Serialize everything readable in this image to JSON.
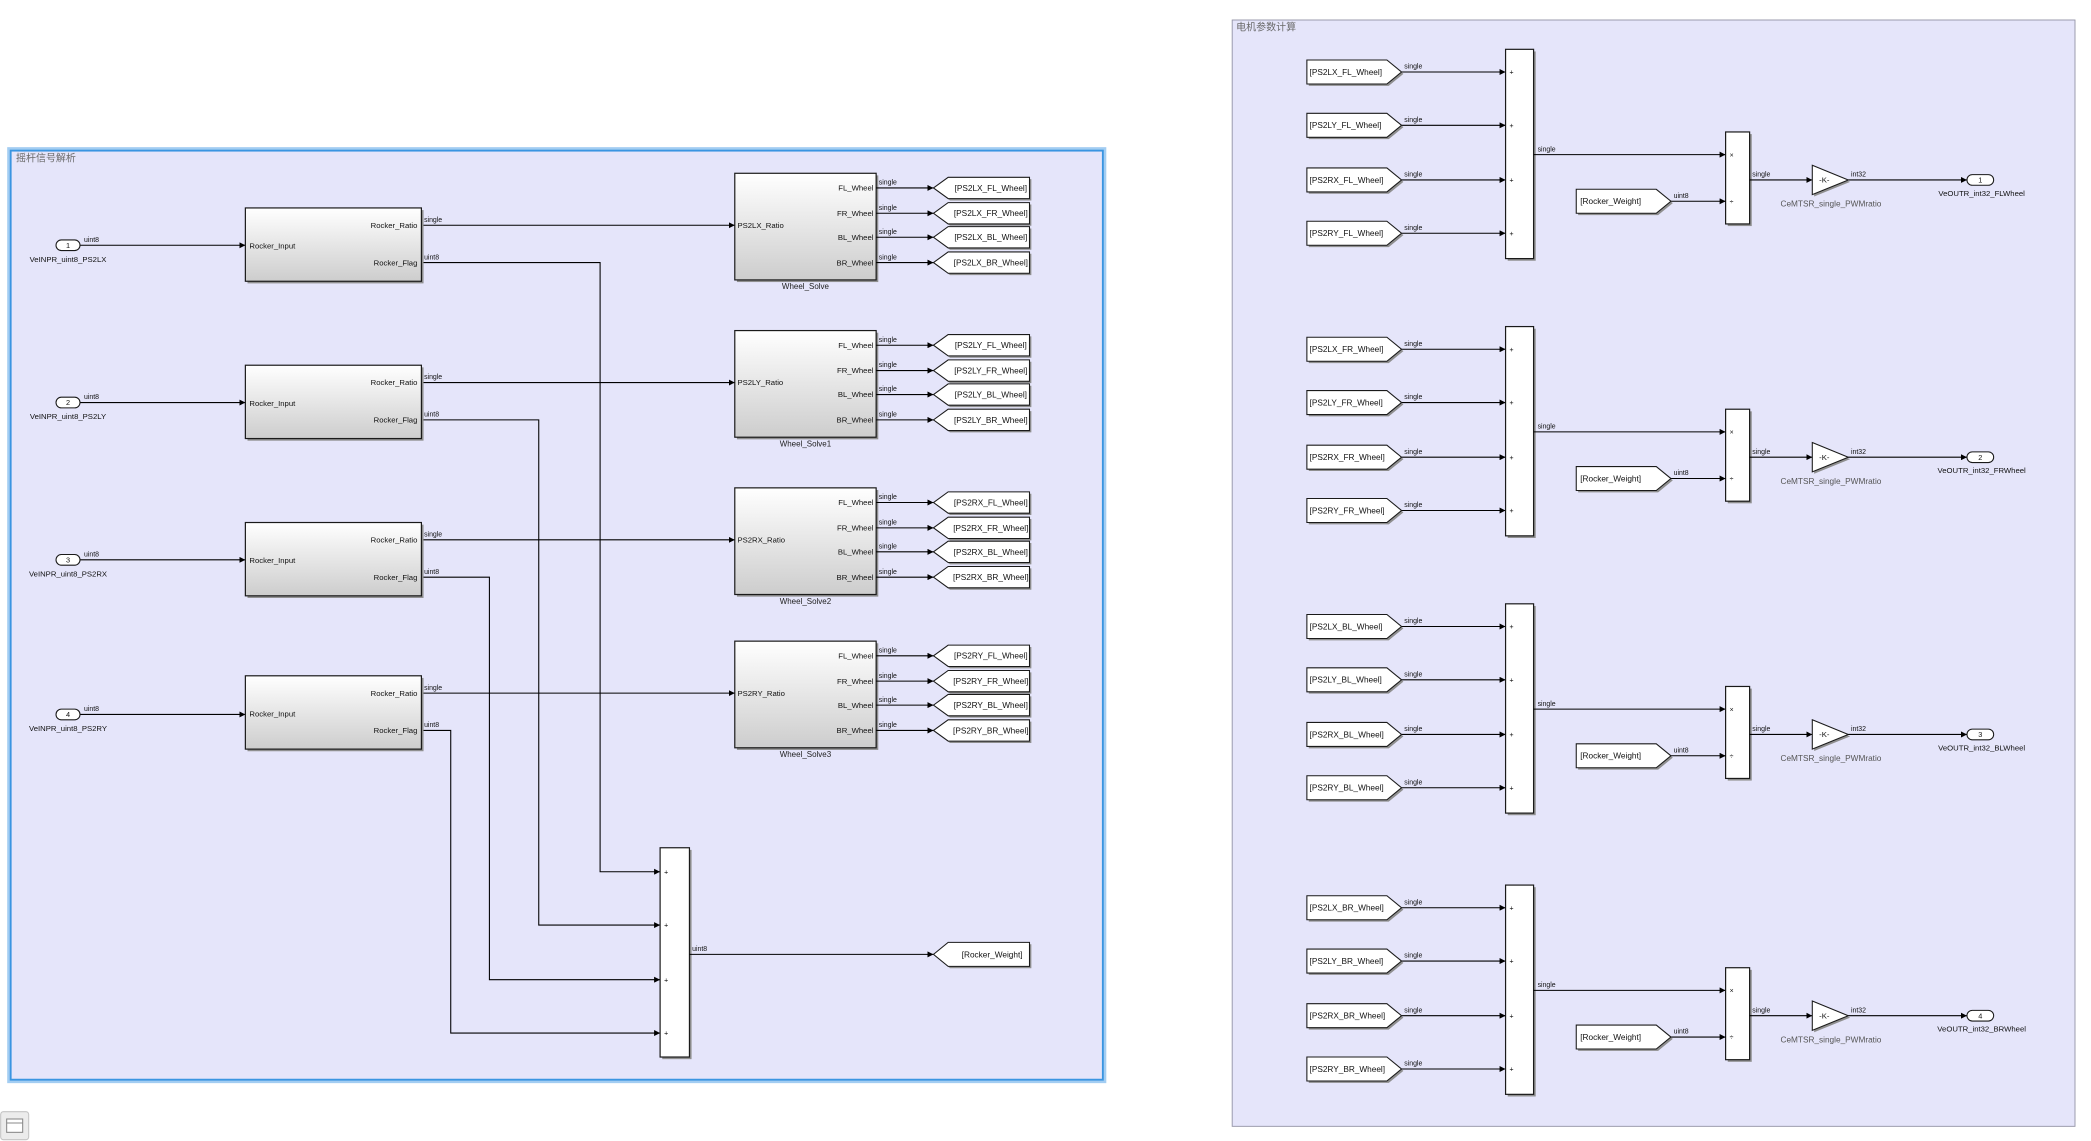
{
  "left_area": {
    "title": "摇杆信号解析",
    "inports": [
      {
        "number": "1",
        "name": "VeINPR_uint8_PS2LX",
        "signal": "uint8"
      },
      {
        "number": "2",
        "name": "VeINPR_uint8_PS2LY",
        "signal": "uint8"
      },
      {
        "number": "3",
        "name": "VeINPR_uint8_PS2RX",
        "signal": "uint8"
      },
      {
        "number": "4",
        "name": "VeINPR_uint8_PS2RY",
        "signal": "uint8"
      }
    ],
    "rocker_blocks": [
      {
        "input_port": "Rocker_Input",
        "ratio_port": "Rocker_Ratio",
        "flag_port": "Rocker_Flag",
        "ratio_signal": "single",
        "flag_signal": "uint8"
      },
      {
        "input_port": "Rocker_Input",
        "ratio_port": "Rocker_Ratio",
        "flag_port": "Rocker_Flag",
        "ratio_signal": "single",
        "flag_signal": "uint8"
      },
      {
        "input_port": "Rocker_Input",
        "ratio_port": "Rocker_Ratio",
        "flag_port": "Rocker_Flag",
        "ratio_signal": "single",
        "flag_signal": "uint8"
      },
      {
        "input_port": "Rocker_Input",
        "ratio_port": "Rocker_Ratio",
        "flag_port": "Rocker_Flag",
        "ratio_signal": "single",
        "flag_signal": "uint8"
      }
    ],
    "wheel_solve_blocks": [
      {
        "name": "Wheel_Solve",
        "input_port": "PS2LX_Ratio",
        "outputs": [
          {
            "port": "FL_Wheel",
            "signal": "single",
            "goto": "[PS2LX_FL_Wheel]"
          },
          {
            "port": "FR_Wheel",
            "signal": "single",
            "goto": "[PS2LX_FR_Wheel]"
          },
          {
            "port": "BL_Wheel",
            "signal": "single",
            "goto": "[PS2LX_BL_Wheel]"
          },
          {
            "port": "BR_Wheel",
            "signal": "single",
            "goto": "[PS2LX_BR_Wheel]"
          }
        ]
      },
      {
        "name": "Wheel_Solve1",
        "input_port": "PS2LY_Ratio",
        "outputs": [
          {
            "port": "FL_Wheel",
            "signal": "single",
            "goto": "[PS2LY_FL_Wheel]"
          },
          {
            "port": "FR_Wheel",
            "signal": "single",
            "goto": "[PS2LY_FR_Wheel]"
          },
          {
            "port": "BL_Wheel",
            "signal": "single",
            "goto": "[PS2LY_BL_Wheel]"
          },
          {
            "port": "BR_Wheel",
            "signal": "single",
            "goto": "[PS2LY_BR_Wheel]"
          }
        ]
      },
      {
        "name": "Wheel_Solve2",
        "input_port": "PS2RX_Ratio",
        "outputs": [
          {
            "port": "FL_Wheel",
            "signal": "single",
            "goto": "[PS2RX_FL_Wheel]"
          },
          {
            "port": "FR_Wheel",
            "signal": "single",
            "goto": "[PS2RX_FR_Wheel]"
          },
          {
            "port": "BL_Wheel",
            "signal": "single",
            "goto": "[PS2RX_BL_Wheel]"
          },
          {
            "port": "BR_Wheel",
            "signal": "single",
            "goto": "[PS2RX_BR_Wheel]"
          }
        ]
      },
      {
        "name": "Wheel_Solve3",
        "input_port": "PS2RY_Ratio",
        "outputs": [
          {
            "port": "FL_Wheel",
            "signal": "single",
            "goto": "[PS2RY_FL_Wheel]"
          },
          {
            "port": "FR_Wheel",
            "signal": "single",
            "goto": "[PS2RY_FR_Wheel]"
          },
          {
            "port": "BL_Wheel",
            "signal": "single",
            "goto": "[PS2RY_BL_Wheel]"
          },
          {
            "port": "BR_Wheel",
            "signal": "single",
            "goto": "[PS2RY_BR_Wheel]"
          }
        ]
      }
    ],
    "sum_block": {
      "input_signs": [
        "+",
        "+",
        "+",
        "+"
      ],
      "output_signal": "uint8",
      "goto": "[Rocker_Weight]"
    }
  },
  "right_area": {
    "title": "电机参数计算",
    "groups": [
      {
        "froms": [
          {
            "tag": "[PS2LX_FL_Wheel]",
            "signal": "single"
          },
          {
            "tag": "[PS2LY_FL_Wheel]",
            "signal": "single"
          },
          {
            "tag": "[PS2RX_FL_Wheel]",
            "signal": "single"
          },
          {
            "tag": "[PS2RY_FL_Wheel]",
            "signal": "single"
          }
        ],
        "sum_signs": [
          "+",
          "+",
          "+",
          "+"
        ],
        "sum_output_signal": "single",
        "product_signs": [
          "×",
          "÷"
        ],
        "weight_from": "[Rocker_Weight]",
        "weight_signal": "uint8",
        "product_output_signal": "single",
        "gain_value": "-K-",
        "gain_name": "CeMTSR_single_PWMratio",
        "gain_output_signal": "int32",
        "outport_number": "1",
        "outport_name": "VeOUTR_int32_FLWheel"
      },
      {
        "froms": [
          {
            "tag": "[PS2LX_FR_Wheel]",
            "signal": "single"
          },
          {
            "tag": "[PS2LY_FR_Wheel]",
            "signal": "single"
          },
          {
            "tag": "[PS2RX_FR_Wheel]",
            "signal": "single"
          },
          {
            "tag": "[PS2RY_FR_Wheel]",
            "signal": "single"
          }
        ],
        "sum_signs": [
          "+",
          "+",
          "+",
          "+"
        ],
        "sum_output_signal": "single",
        "product_signs": [
          "×",
          "÷"
        ],
        "weight_from": "[Rocker_Weight]",
        "weight_signal": "uint8",
        "product_output_signal": "single",
        "gain_value": "-K-",
        "gain_name": "CeMTSR_single_PWMratio",
        "gain_output_signal": "int32",
        "outport_number": "2",
        "outport_name": "VeOUTR_int32_FRWheel"
      },
      {
        "froms": [
          {
            "tag": "[PS2LX_BL_Wheel]",
            "signal": "single"
          },
          {
            "tag": "[PS2LY_BL_Wheel]",
            "signal": "single"
          },
          {
            "tag": "[PS2RX_BL_Wheel]",
            "signal": "single"
          },
          {
            "tag": "[PS2RY_BL_Wheel]",
            "signal": "single"
          }
        ],
        "sum_signs": [
          "+",
          "+",
          "+",
          "+"
        ],
        "sum_output_signal": "single",
        "product_signs": [
          "×",
          "÷"
        ],
        "weight_from": "[Rocker_Weight]",
        "weight_signal": "uint8",
        "product_output_signal": "single",
        "gain_value": "-K-",
        "gain_name": "CeMTSR_single_PWMratio",
        "gain_output_signal": "int32",
        "outport_number": "3",
        "outport_name": "VeOUTR_int32_BLWheel"
      },
      {
        "froms": [
          {
            "tag": "[PS2LX_BR_Wheel]",
            "signal": "single"
          },
          {
            "tag": "[PS2LY_BR_Wheel]",
            "signal": "single"
          },
          {
            "tag": "[PS2RX_BR_Wheel]",
            "signal": "single"
          },
          {
            "tag": "[PS2RY_BR_Wheel]",
            "signal": "single"
          }
        ],
        "sum_signs": [
          "+",
          "+",
          "+",
          "+"
        ],
        "sum_output_signal": "single",
        "product_signs": [
          "×",
          "÷"
        ],
        "weight_from": "[Rocker_Weight]",
        "weight_signal": "uint8",
        "product_output_signal": "single",
        "gain_value": "-K-",
        "gain_name": "CeMTSR_single_PWMratio",
        "gain_output_signal": "int32",
        "outport_number": "4",
        "outport_name": "VeOUTR_int32_BRWheel"
      }
    ]
  },
  "colors": {
    "area_fill": "#e5e5fa",
    "area_border": "#9696a8",
    "selection_border": "#3a95e1",
    "selection_halo": "#a3cdf2",
    "line": "#000000",
    "block_fill_bottom": "#cdcdcd"
  }
}
